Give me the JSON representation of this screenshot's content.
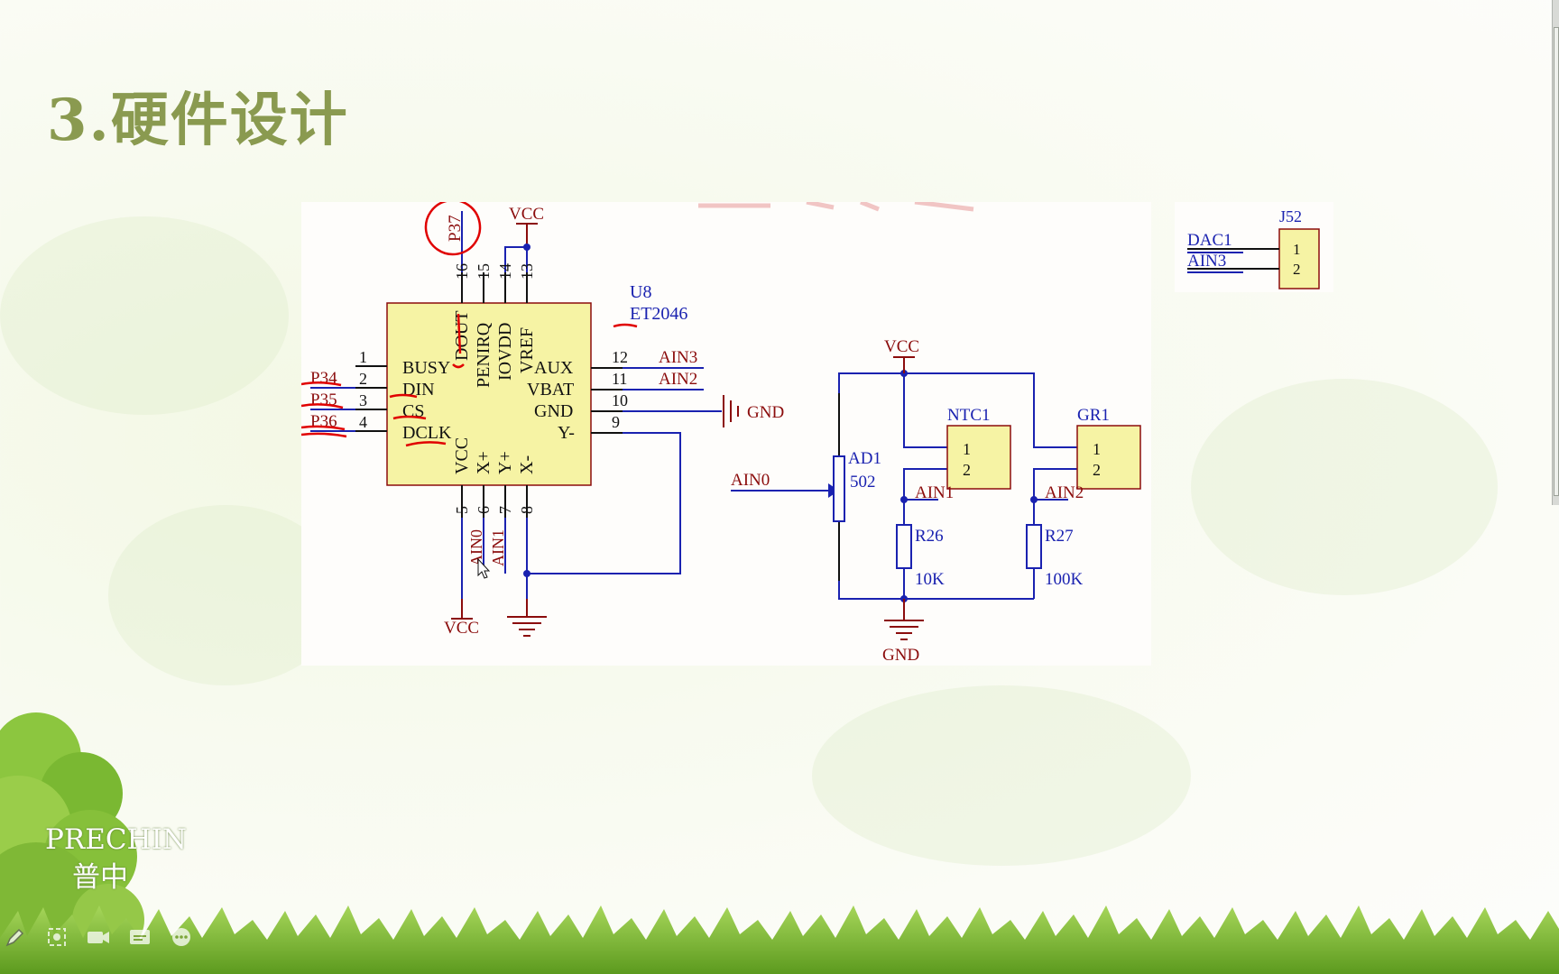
{
  "slide": {
    "title": "3.硬件设计",
    "brand_line1": "PRECHIN",
    "brand_line2": "普中"
  },
  "schematic": {
    "chip": {
      "ref": "U8",
      "part": "ET2046",
      "left_pins": [
        {
          "num": "1",
          "name": "BUSY",
          "net": ""
        },
        {
          "num": "2",
          "name": "DIN",
          "net": "P34"
        },
        {
          "num": "3",
          "name": "CS",
          "net": "P35"
        },
        {
          "num": "4",
          "name": "DCLK",
          "net": "P36"
        }
      ],
      "right_pins": [
        {
          "num": "12",
          "name": "AUX",
          "net": "AIN3"
        },
        {
          "num": "11",
          "name": "VBAT",
          "net": "AIN2"
        },
        {
          "num": "10",
          "name": "GND",
          "net": "GND"
        },
        {
          "num": "9",
          "name": "Y-",
          "net": ""
        }
      ],
      "top_pins": [
        {
          "num": "16",
          "name": "DOUT"
        },
        {
          "num": "15",
          "name": "PENIRQ"
        },
        {
          "num": "14",
          "name": "IOVDD"
        },
        {
          "num": "13",
          "name": "VREF"
        }
      ],
      "bottom_pins": [
        {
          "num": "5",
          "name": "VCC"
        },
        {
          "num": "6",
          "name": "X+"
        },
        {
          "num": "7",
          "name": "Y+"
        },
        {
          "num": "8",
          "name": "X-"
        }
      ],
      "top_net": "P37",
      "top_power": "VCC",
      "bottom_power": "VCC",
      "bottom_nets": [
        "AIN0",
        "AIN1"
      ]
    },
    "sensors": {
      "vcc": "VCC",
      "gnd": "GND",
      "pot": {
        "ref": "AD1",
        "value": "502",
        "net": "AIN0"
      },
      "ntc": {
        "ref": "NTC1",
        "pins": [
          "1",
          "2"
        ],
        "net": "AIN1"
      },
      "gr": {
        "ref": "GR1",
        "pins": [
          "1",
          "2"
        ],
        "net": "AIN2"
      },
      "r26": {
        "ref": "R26",
        "value": "10K"
      },
      "r27": {
        "ref": "R27",
        "value": "100K"
      }
    },
    "connector": {
      "ref": "J52",
      "pins": [
        "1",
        "2"
      ],
      "nets": [
        "DAC1",
        "AIN3"
      ]
    }
  },
  "toolbar": {
    "icons": [
      "pen-icon",
      "laser-pointer-icon",
      "camera-icon",
      "subtitle-icon",
      "more-icon"
    ]
  },
  "colors": {
    "title": "#8a9a50",
    "wire": "#1a22b0",
    "pin": "#8b0c0c",
    "chip_fill": "#f6f3a4",
    "annotation": "#e00000"
  }
}
